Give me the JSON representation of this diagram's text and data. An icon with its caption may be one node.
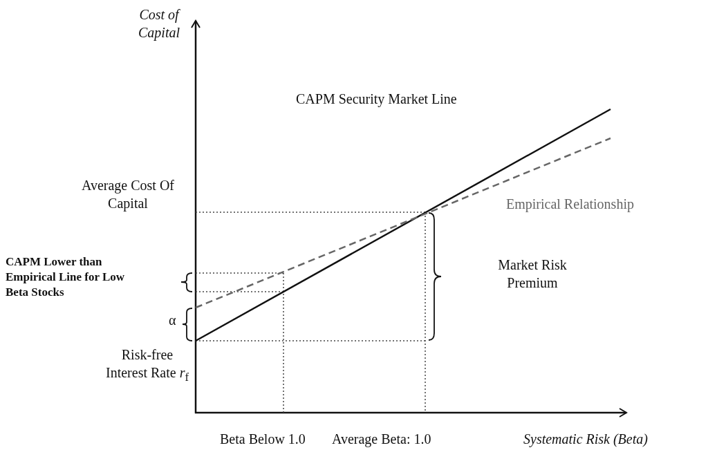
{
  "diagram": {
    "labels": [
      "Cost of Capital",
      "CAPM Security Market Line",
      "Average Cost Of Capital",
      "Empirical Relationship",
      "CAPM Lower than Empirical Line for Low Beta Stocks",
      "Market Risk Premium",
      "α",
      "Risk-free Interest Rate *r*$_{f}$",
      "Beta Below 1.0",
      "Average Beta: 1.0",
      "Systematic Risk (Beta)"
    ]
  }
}
